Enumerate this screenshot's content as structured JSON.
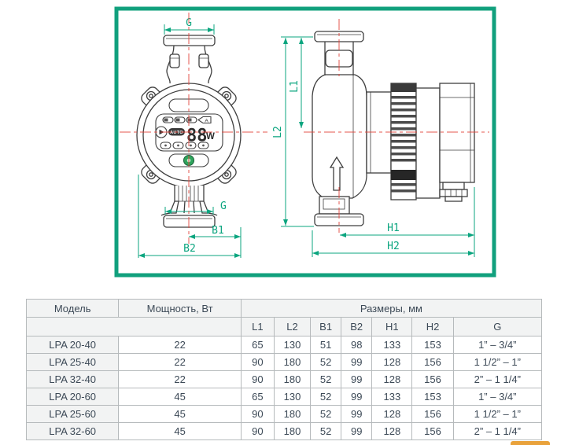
{
  "diagram": {
    "frame_color": "#11A07D",
    "dimension_color": "#0BA57F",
    "centerline_color": "#E2453C",
    "outline_color": "#3E3E3E",
    "labels": {
      "g_top": "G",
      "g_bottom": "G",
      "b1": "B1",
      "b2": "B2",
      "l1": "L1",
      "l2": "L2",
      "h1": "H1",
      "h2": "H2"
    },
    "display": {
      "auto": "AUTO",
      "watts": "88",
      "unit": "W",
      "mode_a": "A"
    }
  },
  "table": {
    "header": {
      "model": "Модель",
      "power": "Мощность, Вт",
      "dimensions_group": "Размеры, мм"
    },
    "dim_columns": [
      "L1",
      "L2",
      "B1",
      "B2",
      "H1",
      "H2",
      "G"
    ],
    "rows": [
      {
        "model": "LPA 20-40",
        "power": "22",
        "dims": [
          "65",
          "130",
          "51",
          "98",
          "133",
          "153",
          "1” – 3/4”"
        ]
      },
      {
        "model": "LPA 25-40",
        "power": "22",
        "dims": [
          "90",
          "180",
          "52",
          "99",
          "128",
          "156",
          "1 1/2” – 1”"
        ]
      },
      {
        "model": "LPA 32-40",
        "power": "22",
        "dims": [
          "90",
          "180",
          "52",
          "99",
          "128",
          "156",
          "2” – 1 1/4”"
        ]
      },
      {
        "model": "LPA 20-60",
        "power": "45",
        "dims": [
          "65",
          "130",
          "52",
          "99",
          "133",
          "153",
          "1” – 3/4”"
        ]
      },
      {
        "model": "LPA 25-60",
        "power": "45",
        "dims": [
          "90",
          "180",
          "52",
          "99",
          "128",
          "156",
          "1 1/2” – 1”"
        ]
      },
      {
        "model": "LPA 32-60",
        "power": "45",
        "dims": [
          "90",
          "180",
          "52",
          "99",
          "128",
          "156",
          "2” – 1 1/4”"
        ]
      }
    ]
  }
}
